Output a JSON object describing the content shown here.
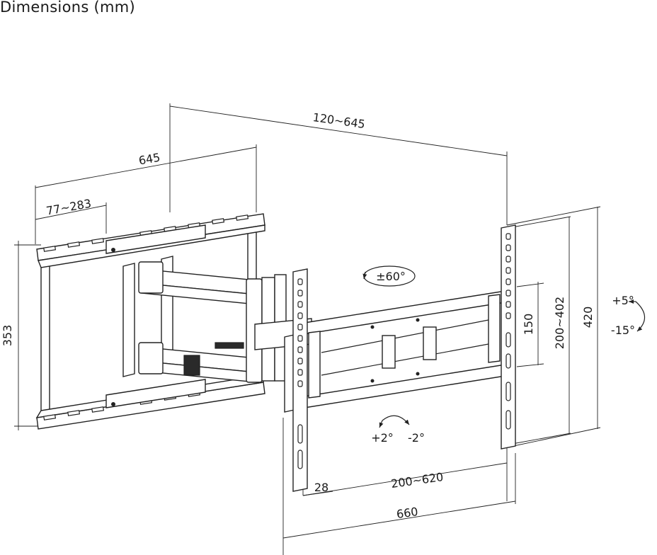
{
  "title": "Dimensions (mm)",
  "dimensions": {
    "max_extension": "120~645",
    "arm_width": "645",
    "wall_plate_spacing": "77~283",
    "wall_plate_height": "353",
    "vesa_vertical_150": "150",
    "vesa_vertical": "200~402",
    "bracket_height": "420",
    "vesa_horizontal": "200~620",
    "rail_offset": "28",
    "bracket_width": "660"
  },
  "rotations": {
    "swivel": "±60°",
    "tilt_up": "+5°",
    "tilt_down": "-15°",
    "level_plus": "+2°",
    "level_minus": "-2°"
  }
}
